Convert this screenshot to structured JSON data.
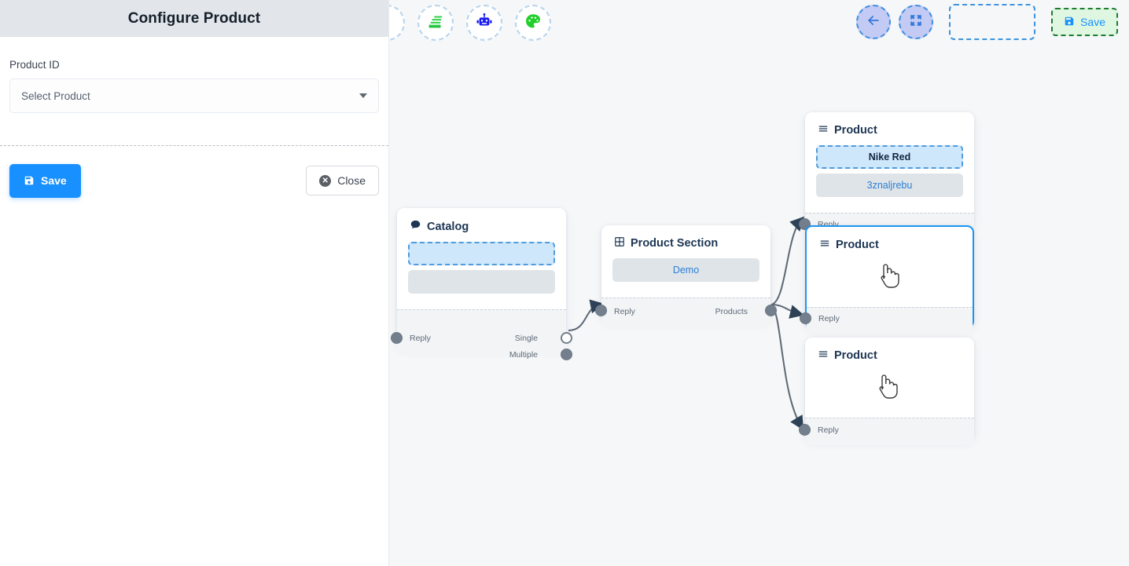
{
  "left_panel": {
    "title": "Configure Product",
    "field_label": "Product ID",
    "select_value": "Select Product",
    "save_label": "Save",
    "close_label": "Close"
  },
  "toolbar": {
    "icons": [
      {
        "name": "stack-icon",
        "color": "#2fd14a"
      },
      {
        "name": "robot-icon",
        "color": "#1a1af0"
      },
      {
        "name": "palette-icon",
        "color": "#20d02a"
      }
    ],
    "back_label": "",
    "fit_label": "",
    "save_label": "Save",
    "save_bg": "#dff7e1",
    "save_border": "#1f7a32",
    "save_text_color": "#1890ff"
  },
  "nodes": [
    {
      "id": "catalog",
      "title": "Catalog",
      "icon": "chat-bubble-icon",
      "rows": [
        {
          "style": "dashed",
          "text": ""
        },
        {
          "style": "gray",
          "text": ""
        }
      ],
      "ports_in": [
        {
          "label": "Reply"
        }
      ],
      "ports_out": [
        {
          "label": "Single"
        },
        {
          "label": "Multiple"
        }
      ]
    },
    {
      "id": "product-section",
      "title": "Product Section",
      "icon": "grid-icon",
      "rows": [
        {
          "style": "gray",
          "text": "Demo"
        }
      ],
      "ports_in": [
        {
          "label": "Reply"
        }
      ],
      "ports_out": [
        {
          "label": "Products"
        }
      ]
    },
    {
      "id": "product-1",
      "title": "Product",
      "icon": "list-icon",
      "rows": [
        {
          "style": "dashed",
          "text": "Nike Red"
        },
        {
          "style": "gray",
          "text": "3znaljrebu"
        }
      ],
      "ports_in": [
        {
          "label": "Reply"
        }
      ],
      "ports_out": []
    },
    {
      "id": "product-2",
      "title": "Product",
      "icon": "list-icon",
      "rows": [],
      "ports_in": [
        {
          "label": "Reply"
        }
      ],
      "ports_out": [],
      "selected": true
    },
    {
      "id": "product-3",
      "title": "Product",
      "icon": "list-icon",
      "rows": [],
      "ports_in": [
        {
          "label": "Reply"
        }
      ],
      "ports_out": []
    }
  ],
  "colors": {
    "canvas_bg": "#f5f7f9",
    "panel_header_bg": "#e2e5e9",
    "primary_blue": "#1890ff",
    "selected_border": "#1c95f0",
    "edge": "#5d6874"
  }
}
